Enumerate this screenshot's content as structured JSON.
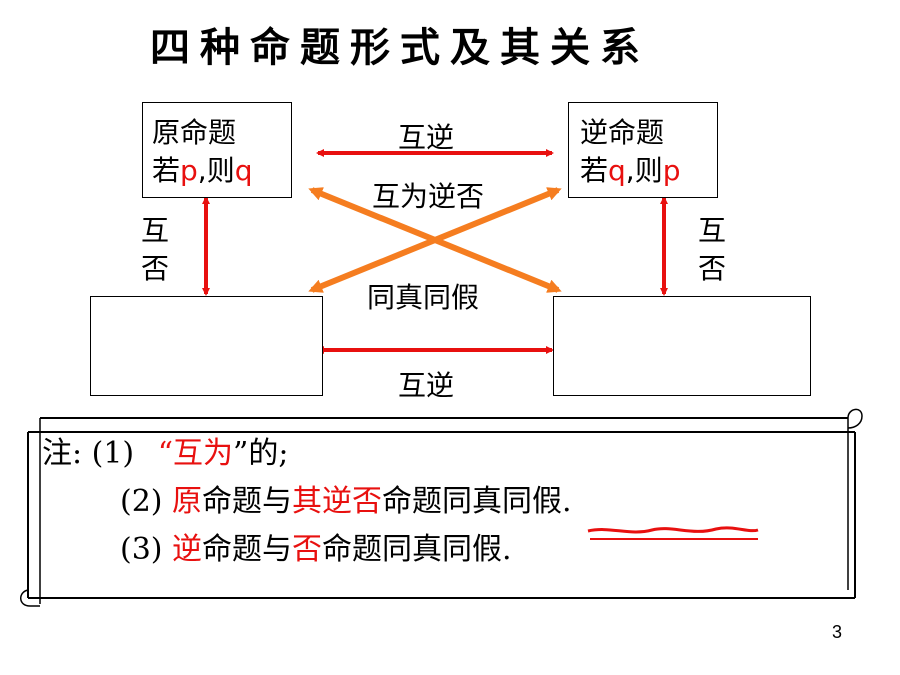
{
  "title": "四种命题形式及其关系",
  "boxes": {
    "original": {
      "line1": "原命题",
      "line2_a": "若",
      "line2_p": "p",
      "line2_b": ",则",
      "line2_q": "q"
    },
    "converse": {
      "line1": "逆命题",
      "line2_a": "若",
      "line2_q": "q",
      "line2_b": ",则",
      "line2_p": "p"
    }
  },
  "labels": {
    "top_arrow": "互逆",
    "bottom_arrow": "互逆",
    "diagonal_top": "互为逆否",
    "diagonal_bottom": "同真同假",
    "left_vertical_1": "互",
    "left_vertical_2": "否",
    "right_vertical_1": "互",
    "right_vertical_2": "否"
  },
  "notes": {
    "row1_prefix": "注: (1)",
    "row1_quote_open": "“",
    "row1_red": "互为",
    "row1_quote_close": "”的;",
    "row2_num": "(2) ",
    "row2_r1": "原",
    "row2_t1": "命题与",
    "row2_r2": "其逆否",
    "row2_t2": "命题",
    "row2_t3": "同真同假",
    "row2_end": ".",
    "row3_num": "(3) ",
    "row3_r1": "逆",
    "row3_t1": "命题与",
    "row3_r2": "否",
    "row3_t2": "命题同真同假."
  },
  "page_number": "3",
  "colors": {
    "red": "#e8100f",
    "orange": "#f57d20",
    "black": "#000000"
  }
}
